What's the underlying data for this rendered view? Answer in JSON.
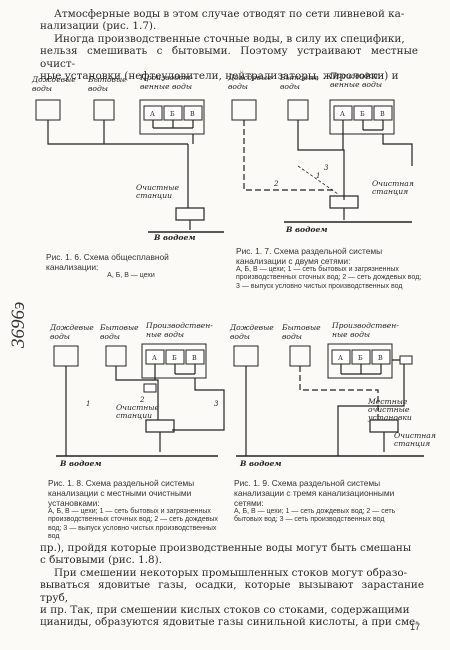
{
  "intro": {
    "lines": [
      "Атмосферные воды в этом случае отводят по сети ливневой ка-",
      "нализации (рис. 1.7).",
      "Иногда производственные сточные воды, в силу их специфики,",
      "нельзя смешивать с бытовыми. Поэтому устраивают местные очист-",
      "ные установки (нефтеуловители, нейтрализаторы, жироловки) и"
    ]
  },
  "labels": {
    "storm": "Дождевые воды",
    "domestic": "Бытовые воды",
    "industrial": "Производственные воды",
    "storm_b": "Дождевые воды",
    "domestic_b": "Бытовые воды",
    "industrial_b": "Производственные воды",
    "block_a": "А",
    "block_b": "Б",
    "block_v": "В",
    "treatment": "Очистная станция",
    "river": "В водоем",
    "local_treatment": "Местные очистные установки",
    "num_1": "1",
    "num_2": "2",
    "num_3": "3"
  },
  "figures": [
    {
      "title": "Рис. 1. 6. Схема общесплавной канализации:",
      "legend": "А, Б, В — цехи"
    },
    {
      "title": "Рис. 1. 7. Схема раздельной системы канализации с двумя сетями:",
      "legend": "А, Б, В — цехи; 1 — сеть бытовых и загрязненных производственных сточных вод; 2 — сеть дождевых вод; 3 — выпуск условно чистых производственных вод"
    },
    {
      "title": "Рис. 1. 8. Схема раздельной системы канализации с местными очистными установками:",
      "legend": "А, Б, В — цехи; 1 — сеть бытовых и загрязненных производственных сточных вод; 2 — сеть дождевых вод; 3 — выпуск условно чистых производственных вод"
    },
    {
      "title": "Рис. 1. 9. Схема раздельной системы канализации с тремя канализационными сетями:",
      "legend": "А, Б, В — цехи; 1 — сеть дождевых вод; 2 — сеть бытовых вод; 3 — сеть производственных вод"
    }
  ],
  "outro": {
    "lines": [
      "пр.), пройдя которые производственные воды могут быть смешаны",
      "с бытовыми (рис. 1.8).",
      "При смешении некоторых промышленных стоков могут образо-",
      "вываться ядовитые газы, осадки, которые вызывают зарастание труб,",
      "и пр. Так, при смешении кислых стоков со стоками, содержащими",
      "цианиды, образуются ядовитые газы синильной кислоты, а при сме-"
    ]
  },
  "stamp": "3696э",
  "page_number": "17"
}
